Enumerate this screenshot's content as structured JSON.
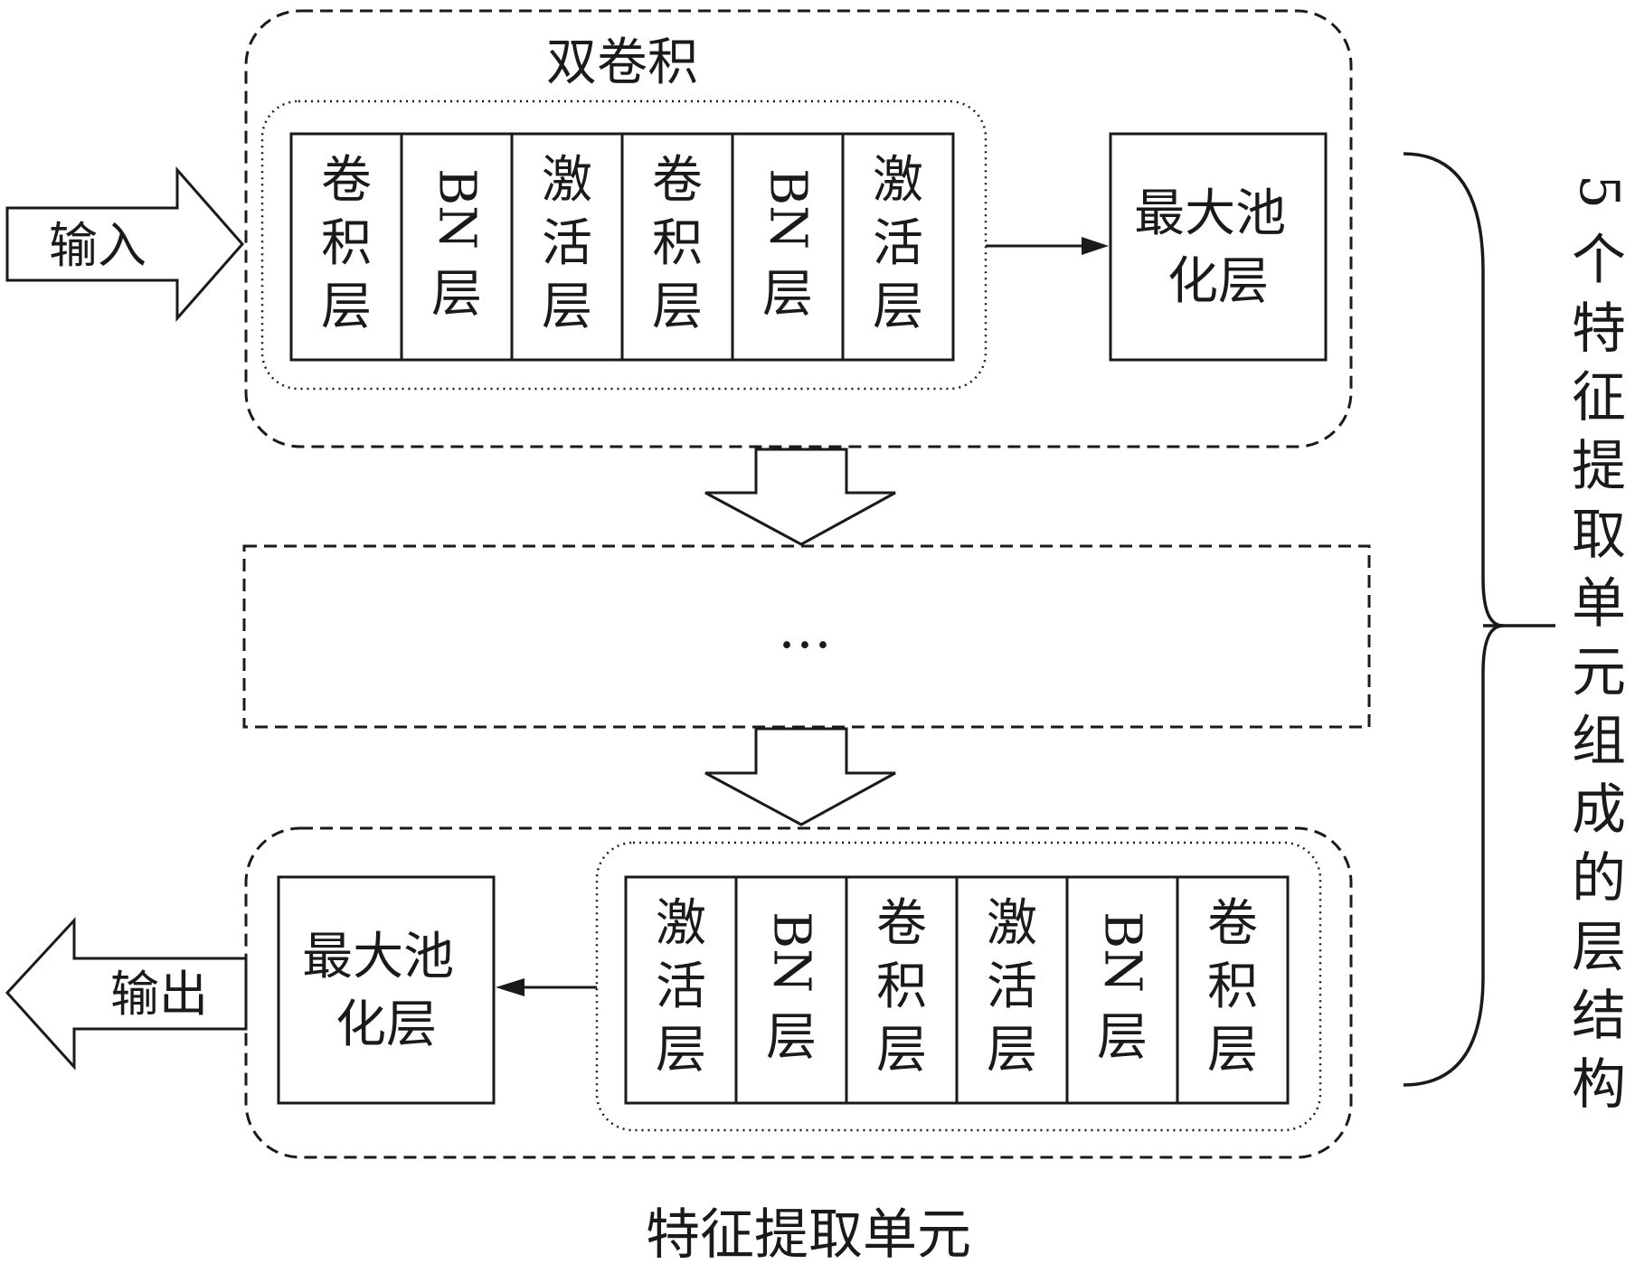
{
  "top_unit": {
    "group_title": "双卷积",
    "layers": [
      {
        "lines": [
          "卷",
          "积",
          "层"
        ],
        "rotated": false
      },
      {
        "lines": [
          "BN",
          "层"
        ],
        "rotated": true
      },
      {
        "lines": [
          "激",
          "活",
          "层"
        ],
        "rotated": false
      },
      {
        "lines": [
          "卷",
          "积",
          "层"
        ],
        "rotated": false
      },
      {
        "lines": [
          "BN",
          "层"
        ],
        "rotated": true
      },
      {
        "lines": [
          "激",
          "活",
          "层"
        ],
        "rotated": false
      }
    ],
    "pool_lines": [
      "最大池",
      "化层"
    ]
  },
  "middle": {
    "ellipsis": "…"
  },
  "bottom_unit": {
    "layers": [
      {
        "lines": [
          "激",
          "活",
          "层"
        ],
        "rotated": false
      },
      {
        "lines": [
          "BN",
          "层"
        ],
        "rotated": true
      },
      {
        "lines": [
          "卷",
          "积",
          "层"
        ],
        "rotated": false
      },
      {
        "lines": [
          "激",
          "活",
          "层"
        ],
        "rotated": false
      },
      {
        "lines": [
          "BN",
          "层"
        ],
        "rotated": true
      },
      {
        "lines": [
          "卷",
          "积",
          "层"
        ],
        "rotated": false
      }
    ],
    "pool_lines": [
      "最大池",
      "化层"
    ],
    "caption": "特征提取单元"
  },
  "input_label": "输入",
  "output_label": "输出",
  "side_label_chars": [
    "5",
    "个",
    "特",
    "征",
    "提",
    "取",
    "单",
    "元",
    "组",
    "成",
    "的",
    "层",
    "结",
    "构"
  ]
}
